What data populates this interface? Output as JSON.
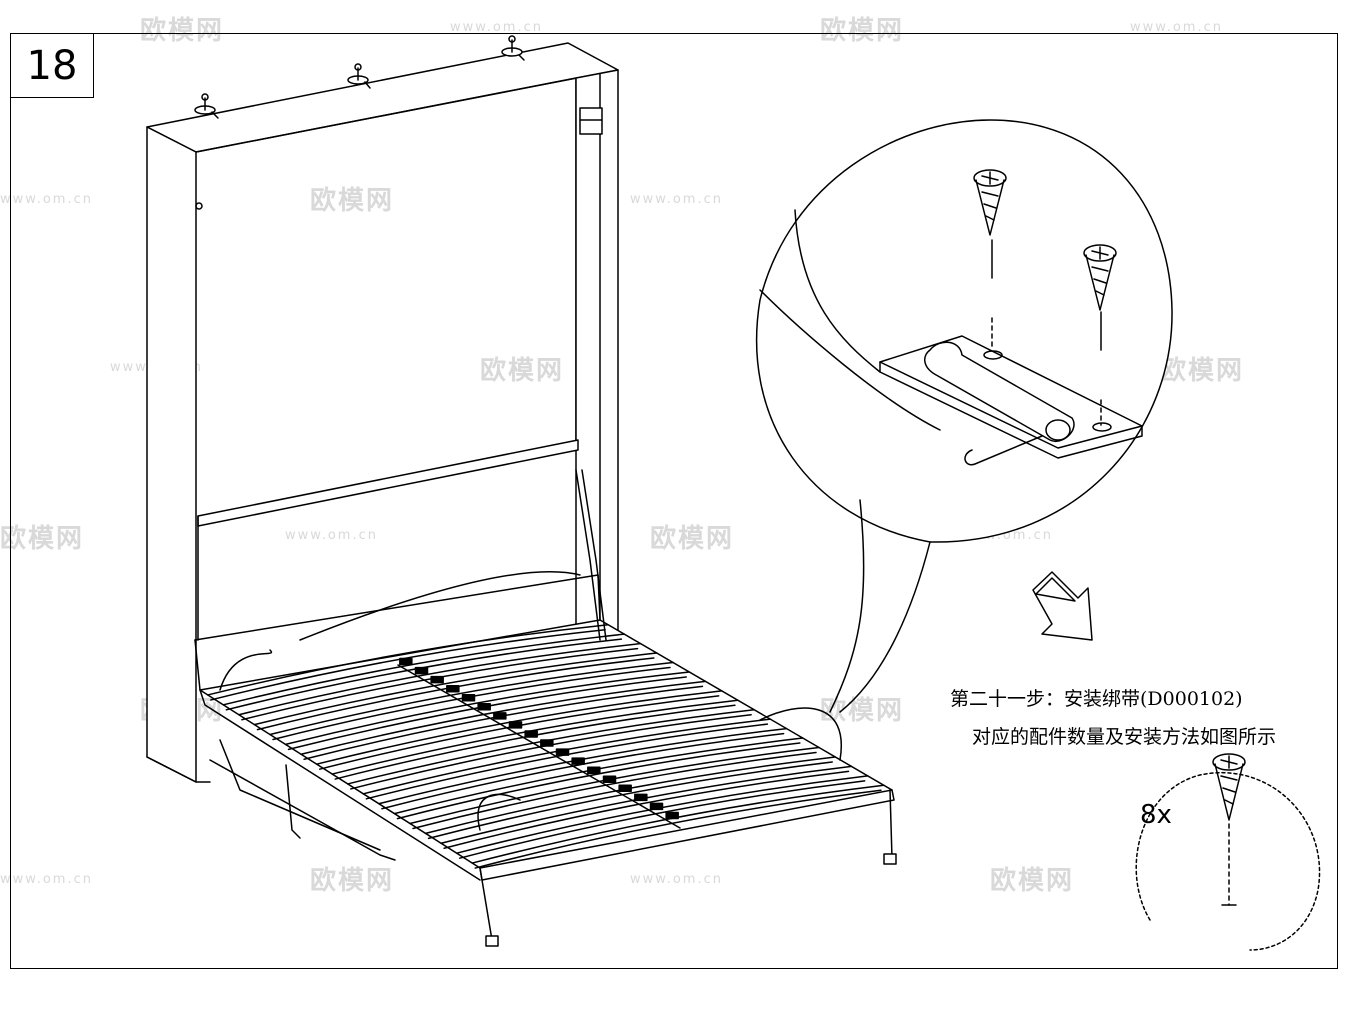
{
  "step_number": "18",
  "instruction": {
    "line1": "第二十一步：安装绑带(D000102)",
    "line2": "对应的配件数量及安装方法如图所示"
  },
  "quantity": "8x",
  "watermark": {
    "brand": "欧模网",
    "site": "www.om.cn"
  },
  "colors": {
    "line": "#000000",
    "watermark": "#d9d9d9",
    "background": "#ffffff"
  }
}
